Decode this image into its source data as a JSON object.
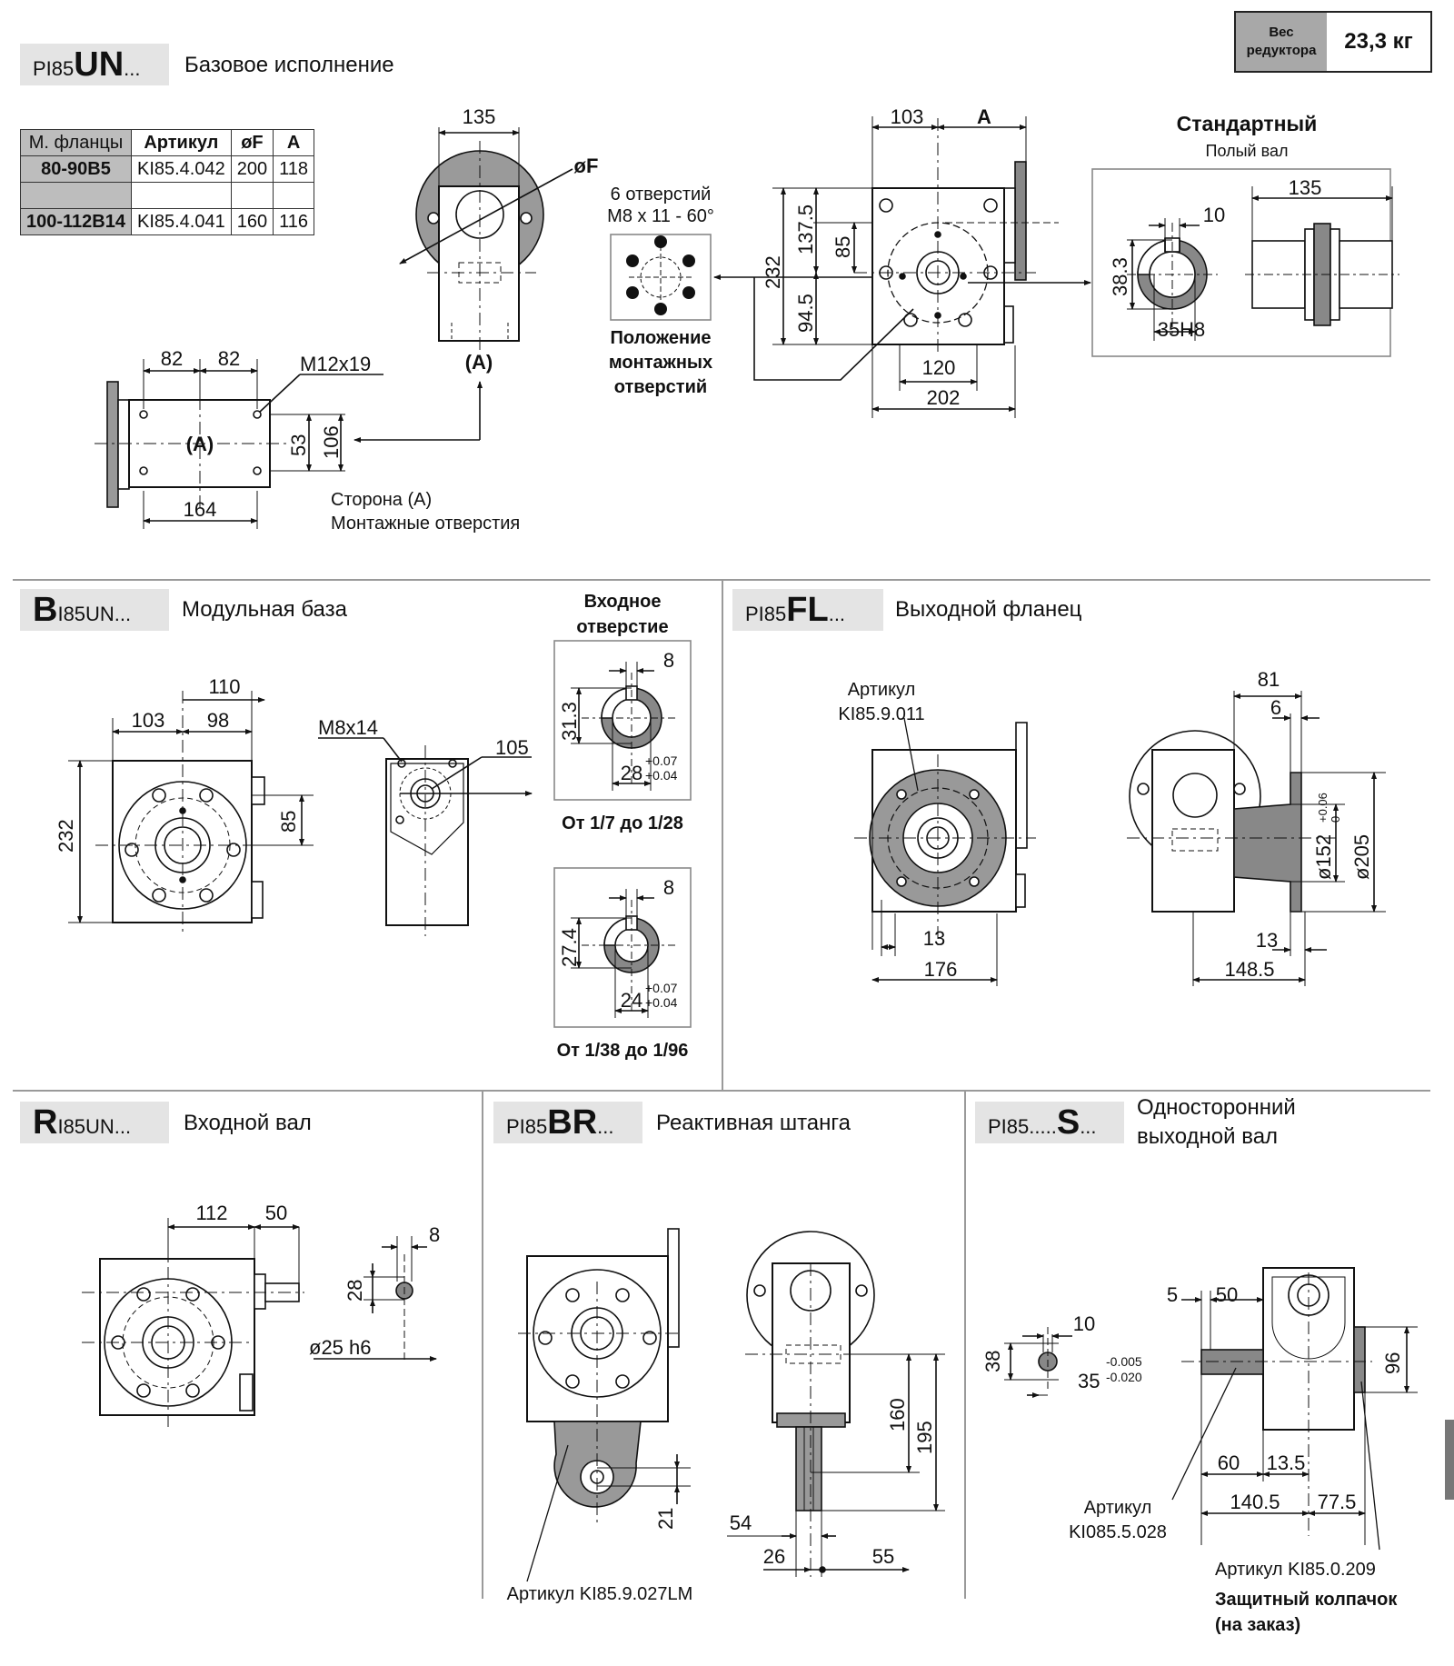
{
  "weight": {
    "label_line1": "Вес",
    "label_line2": "редуктора",
    "value": "23,3 кг"
  },
  "sections": {
    "base": {
      "code_pre": "PI85",
      "code_big": "UN",
      "code_post": "...",
      "title": "Базовое исполнение"
    },
    "modular": {
      "code_pre": "",
      "code_big": "B",
      "code_post": "I85UN...",
      "title": "Модульная база"
    },
    "flange": {
      "code_pre": "PI85",
      "code_big": "FL",
      "code_post": "...",
      "title": "Выходной фланец"
    },
    "input_shaft": {
      "code_pre": "",
      "code_big": "R",
      "code_post": "I85UN...",
      "title": "Входной вал"
    },
    "torque_arm": {
      "code_pre": "PI85",
      "code_big": "BR",
      "code_post": "...",
      "title": "Реактивная штанга"
    },
    "single_shaft": {
      "code_pre": "PI85.....",
      "code_big": "S",
      "code_post": "...",
      "title_line1": "Односторонний",
      "title_line2": "выходной вал"
    }
  },
  "flange_table": {
    "headers": [
      "М. фланцы",
      "Артикул",
      "øF",
      "A"
    ],
    "rows": [
      [
        "80-90B5",
        "KI85.4.042",
        "200",
        "118"
      ],
      [
        "",
        "",
        "",
        ""
      ],
      [
        "100-112B14",
        "KI85.4.041",
        "160",
        "116"
      ]
    ]
  },
  "labels": {
    "holes_line1": "6 отверстий",
    "holes_line2": "M8 x 11 - 60°",
    "pos_line1": "Положение",
    "pos_line2": "монтажных",
    "pos_line3": "отверстий",
    "standard": "Стандартный",
    "hollow": "Полый вал",
    "side_a1": "Сторона (A)",
    "side_a2": "Монтажные отверстия",
    "a_mark": "(A)",
    "a_mark2": "(A)",
    "m12": "M12x19",
    "phiF": "øF",
    "input_hole1": "Входное",
    "input_hole2": "отверстие",
    "ratio1": "От 1/7 до 1/28",
    "ratio2": "От 1/38 до 1/96",
    "m8x14": "M8x14",
    "art_flange1": "Артикул",
    "art_flange2": "KI85.9.011",
    "art_arm": "Артикул KI85.9.027LM",
    "art_s1": "Артикул",
    "art_s2": "KI085.5.028",
    "art_cap": "Артикул KI85.0.209",
    "cap1": "Защитный колпачок",
    "cap2": "(на заказ)",
    "tol1a": "+0.07",
    "tol1b": "+0.04",
    "tol2a": "+0.07",
    "tol2b": "+0.04",
    "tol3a": "+0.06",
    "tol3b": "0",
    "tol4a": "-0.005",
    "tol4b": "-0.020"
  },
  "dims": {
    "d135": "135",
    "d82a": "82",
    "d82b": "82",
    "d164": "164",
    "d53": "53",
    "d106": "106",
    "d103": "103",
    "dA": "A",
    "d232": "232",
    "d137": "137.5",
    "d94": "94.5",
    "d85": "85",
    "d120": "120",
    "d202": "202",
    "d10": "10",
    "d383": "38.3",
    "d35h8": "35H8",
    "d135b": "135",
    "m110": "110",
    "m103": "103",
    "m98": "98",
    "m232": "232",
    "m85": "85",
    "m105": "105",
    "h8a": "8",
    "h313": "31.3",
    "h28": "28",
    "h8b": "8",
    "h274": "27.4",
    "h24": "24",
    "f81": "81",
    "f6": "6",
    "f13a": "13",
    "f176": "176",
    "f13b": "13",
    "f1485": "148.5",
    "f152": "ø152",
    "f205": "ø205",
    "r112": "112",
    "r50": "50",
    "r8": "8",
    "r28": "28",
    "r25": "ø25 h6",
    "b160": "160",
    "b195": "195",
    "b21": "21",
    "b54": "54",
    "b26": "26",
    "b55": "55",
    "s5": "5",
    "s50": "50",
    "s10": "10",
    "s38": "38",
    "s35": "35",
    "s96": "96",
    "s60": "60",
    "s135": "13.5",
    "s1405": "140.5",
    "s775": "77.5"
  }
}
